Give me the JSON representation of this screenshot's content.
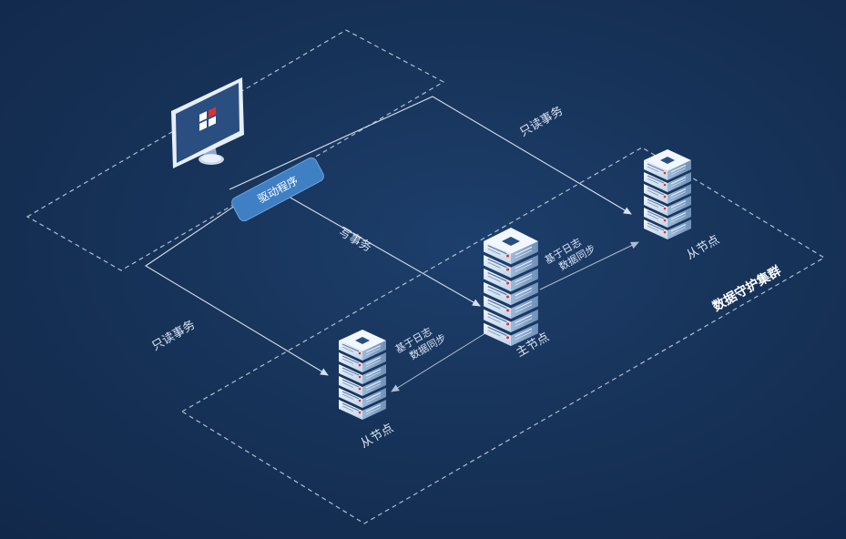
{
  "diagram": {
    "driver_label": "驱动程序",
    "readonly_tx_top": "只读事务",
    "readonly_tx_left": "只读事务",
    "write_tx": "写事务",
    "log_sync_right": [
      "基于日志",
      "数据同步"
    ],
    "log_sync_left": [
      "基于日志",
      "数据同步"
    ],
    "master_node": "主节点",
    "slave_node_right": "从节点",
    "slave_node_left": "从节点",
    "cluster_label": "数据守护集群"
  },
  "colors": {
    "background": "#173359",
    "driver_badge": "#3f7fc4",
    "dashed_border": "#c9d6e8",
    "arrow_line": "#d5dfec",
    "server_body": "#e8f0fa",
    "logo_red": "#e03030"
  },
  "icons": [
    "monitor-icon",
    "server-icon"
  ]
}
